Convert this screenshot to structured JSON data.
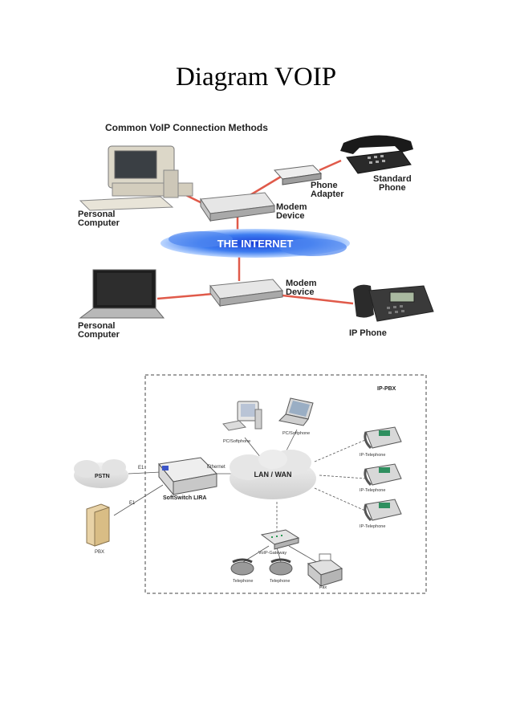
{
  "page": {
    "title": "Diagram VOIP"
  },
  "diagram1": {
    "title": "Common VoIP Connection Methods",
    "internet": "THE INTERNET",
    "pc_top": [
      "Personal",
      "Computer"
    ],
    "modem_top": [
      "Modem",
      "Device"
    ],
    "phone_adapter": [
      "Phone",
      "Adapter"
    ],
    "standard_phone": [
      "Standard",
      "Phone"
    ],
    "pc_bottom": [
      "Personal",
      "Computer"
    ],
    "modem_bottom": [
      "Modem",
      "Device"
    ],
    "ip_phone": "IP Phone"
  },
  "diagram2": {
    "ippbx": "IP-PBX",
    "pc_softphone_1": "PC/Softphone",
    "pc_softphone_2": "PC/Softphone",
    "lan_wan": "LAN / WAN",
    "pstn": "PSTN",
    "e1_top": "E1",
    "e1_bottom": "E1",
    "ethernet": "Ethernet",
    "softswitch": "SoftSwitch LIRA",
    "pbx": "PBX",
    "ip_telephone_1": "IP-Telephone",
    "ip_telephone_2": "IP-Telephone",
    "ip_telephone_3": "IP-Telephone",
    "voip_gateway": "VoIP-Gateway",
    "telephone_1": "Telephone",
    "telephone_2": "Telephone",
    "fax": "Fax"
  }
}
